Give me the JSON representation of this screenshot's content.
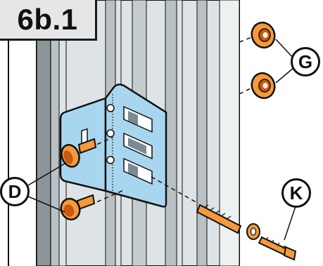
{
  "step": {
    "label": "6b.1"
  },
  "callouts": {
    "D": "D",
    "G": "G",
    "K": "K"
  },
  "colors": {
    "bracket": "#a9d6ef",
    "hardware": "#f39a3a",
    "hardware_dark": "#c85a10",
    "panel_light": "#dde3e6",
    "panel_mid": "#b9c1c5",
    "panel_dark": "#8c9599",
    "badge_bg": "#e6e6e6",
    "line": "#111111"
  }
}
